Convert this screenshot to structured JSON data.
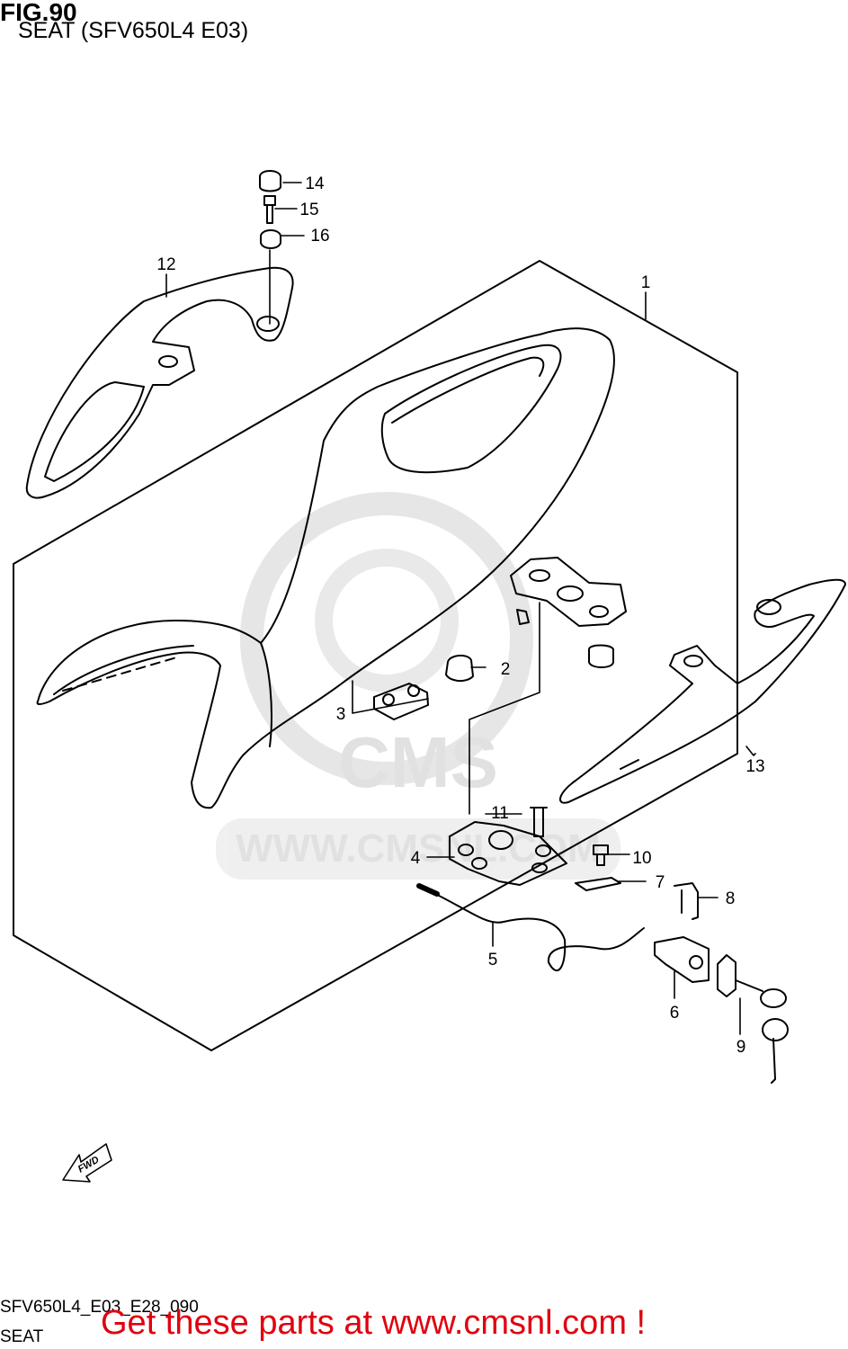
{
  "header": {
    "fig_title": "FIG.90",
    "subtitle": "SEAT (SFV650L4 E03)"
  },
  "footer": {
    "diagram_code": "SFV650L4_E03_E28_090",
    "group_name": "SEAT",
    "promo_text": "Get these parts at www.cmsnl.com !",
    "promo_color": "#e0000f"
  },
  "watermark": {
    "brand": "CMS",
    "url": "WWW.CMSNL.COM"
  },
  "direction_arrow": "FWD",
  "callouts": [
    "1",
    "2",
    "3",
    "4",
    "5",
    "6",
    "7",
    "8",
    "9",
    "10",
    "11",
    "12",
    "13",
    "14",
    "15",
    "16"
  ]
}
